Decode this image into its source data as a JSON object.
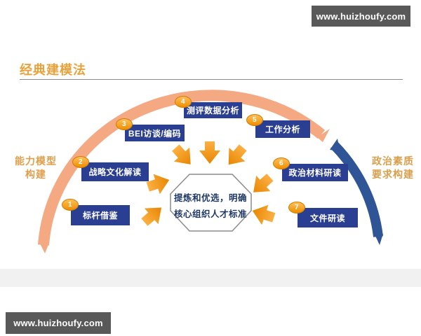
{
  "watermarks": {
    "top": "www.huizhoufy.com",
    "bottom": "www.huizhoufy.com"
  },
  "title": "经典建模法",
  "left_label": {
    "line1": "能力模型",
    "line2": "构建"
  },
  "right_label": {
    "line1": "政治素质",
    "line2": "要求构建"
  },
  "center": {
    "line1": "提炼和优选，明确",
    "line2": "核心组织人才标准"
  },
  "steps": [
    {
      "num": "1",
      "label": "标杆借鉴"
    },
    {
      "num": "2",
      "label": "战略文化解读"
    },
    {
      "num": "3",
      "label": "BEI访谈/编码"
    },
    {
      "num": "4",
      "label": "测评数据分析"
    },
    {
      "num": "5",
      "label": "工作分析"
    },
    {
      "num": "6",
      "label": "政治材料研读"
    },
    {
      "num": "7",
      "label": "文件研读"
    }
  ],
  "colors": {
    "salmon_arc": "#f4a983",
    "blue_arc": "#2f5597",
    "step_box": "#2b3f92",
    "badge_orange": "#ee8e00",
    "arrow_orange": "#ef9100",
    "title_orange": "#e8a23b",
    "center_text_navy": "#1f3864",
    "watermark_bar": "#595959"
  }
}
